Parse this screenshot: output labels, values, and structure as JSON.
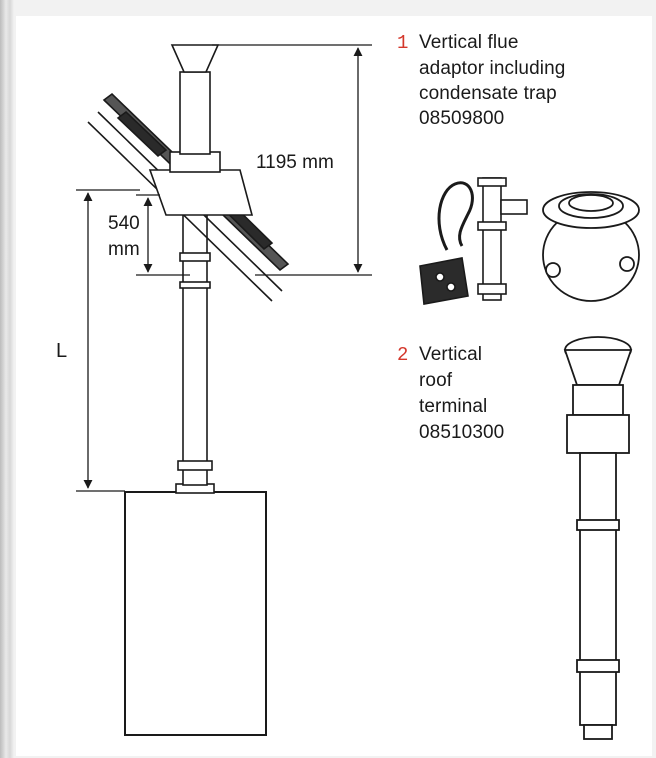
{
  "dimensions": {
    "top_height": "1195 mm",
    "roof_offset_value": "540",
    "roof_offset_unit": "mm",
    "length_label": "L"
  },
  "parts": [
    {
      "number": "1",
      "lines": [
        "Vertical flue",
        "adaptor including",
        "condensate trap"
      ],
      "code": "08509800"
    },
    {
      "number": "2",
      "lines": [
        "Vertical",
        "roof",
        "terminal"
      ],
      "code": "08510300"
    }
  ],
  "colors": {
    "callout_number": "#d4372b",
    "line": "#1a1a1a"
  }
}
